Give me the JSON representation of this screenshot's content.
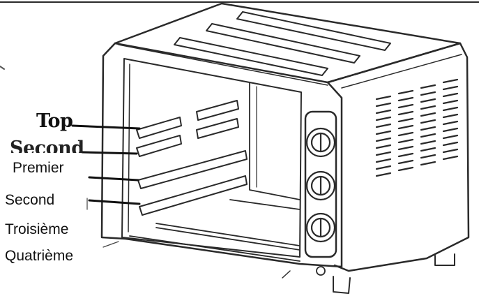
{
  "labels": {
    "top": "Top",
    "second_old": "Second",
    "premier": "Premier",
    "second": "Second",
    "troisieme": "Troisième",
    "quatrieme": "Quatrième"
  },
  "colors": {
    "line": "#111111",
    "stroke": "#2a2a2a",
    "background": "#ffffff"
  },
  "icons": [
    "toaster-oven-illustration",
    "control-knob-icon"
  ]
}
